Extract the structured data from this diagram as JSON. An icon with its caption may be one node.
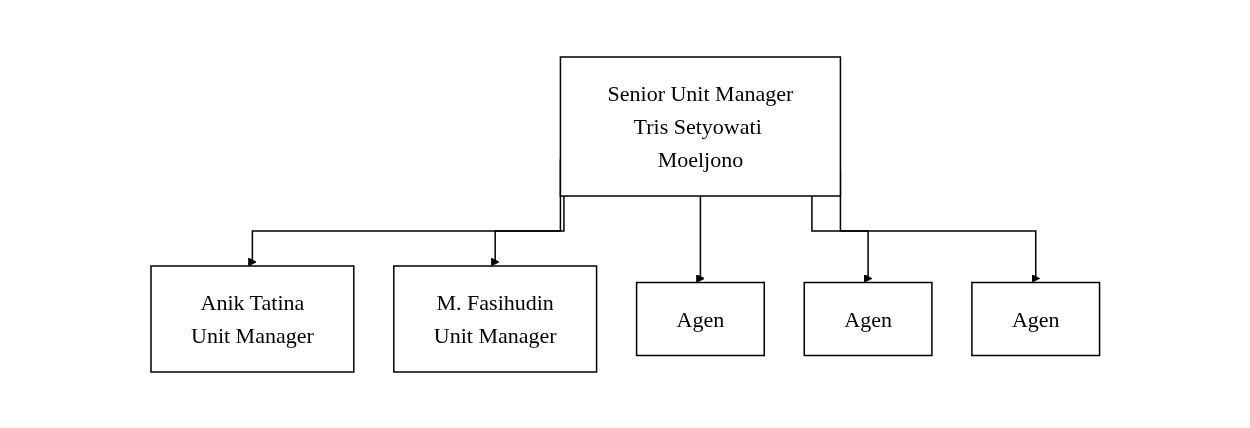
{
  "diagram": {
    "nodes": [
      {
        "text": [
          "Senior Unit Manager",
          "Tris Setyowati Moeljono"
        ]
      },
      {
        "text": [
          "Anik Tatina",
          "Unit Manager"
        ]
      },
      {
        "text": [
          "M. Fasihudin",
          "Unit Manager"
        ]
      },
      {
        "text": [
          "Agen"
        ]
      },
      {
        "text": [
          "Agen"
        ]
      },
      {
        "text": [
          "Agen"
        ]
      }
    ],
    "edges": [
      {
        "from": 0,
        "to": 1,
        "arrow": "to"
      },
      {
        "from": 0,
        "to": 2,
        "arrow": "to"
      },
      {
        "from": 0,
        "to": 3,
        "arrow": "to"
      },
      {
        "from": 0,
        "to": 4,
        "arrow": "to"
      },
      {
        "from": 0,
        "to": 5,
        "arrow": "to"
      }
    ]
  }
}
